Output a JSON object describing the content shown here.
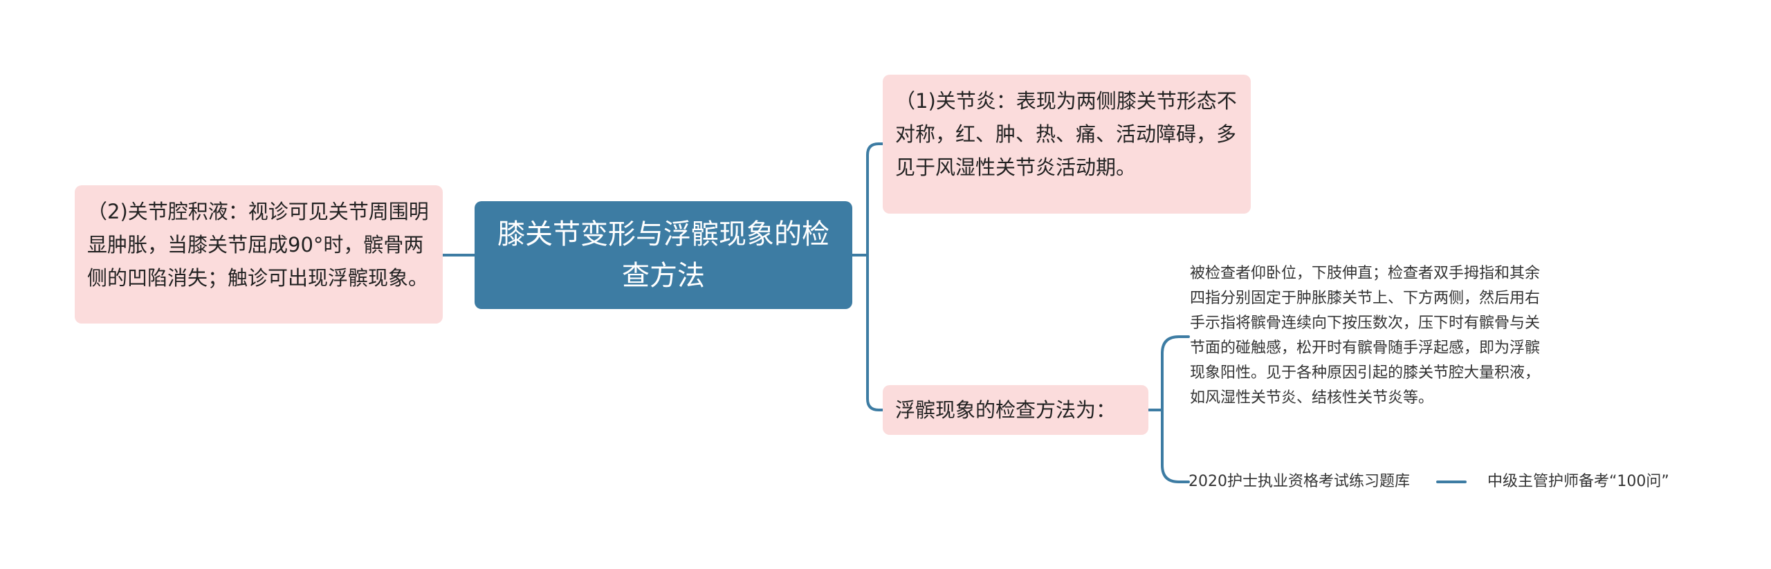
{
  "root": {
    "title": "膝关节变形与浮髌现象的检查方法"
  },
  "left": {
    "text": "（2)关节腔积液：视诊可见关节周围明显肿胀，当膝关节屈成90°时，髌骨两侧的凹陷消失；触诊可出现浮髌现象。"
  },
  "right_top": {
    "text": "（1)关节炎：表现为两侧膝关节形态不对称，红、肿、热、痛、活动障碍，多见于风湿性关节炎活动期。"
  },
  "method": {
    "label": "浮髌现象的检查方法为：",
    "description": "被检查者仰卧位，下肢伸直；检查者双手拇指和其余四指分别固定于肿胀膝关节上、下方两侧，然后用右手示指将髌骨连续向下按压数次，压下时有髌骨与关节面的碰触感，松开时有髌骨随手浮起感，即为浮髌现象阳性。见于各种原因引起的膝关节腔大量积液，如风湿性关节炎、结核性关节炎等。",
    "exam_bank": "2020护士执业资格考试练习题库",
    "related": "中级主管护师备考“100问”"
  },
  "colors": {
    "root_fill": "#3d7ca3",
    "node_fill": "#fbdcdc",
    "connector": "#3d7ca3"
  }
}
